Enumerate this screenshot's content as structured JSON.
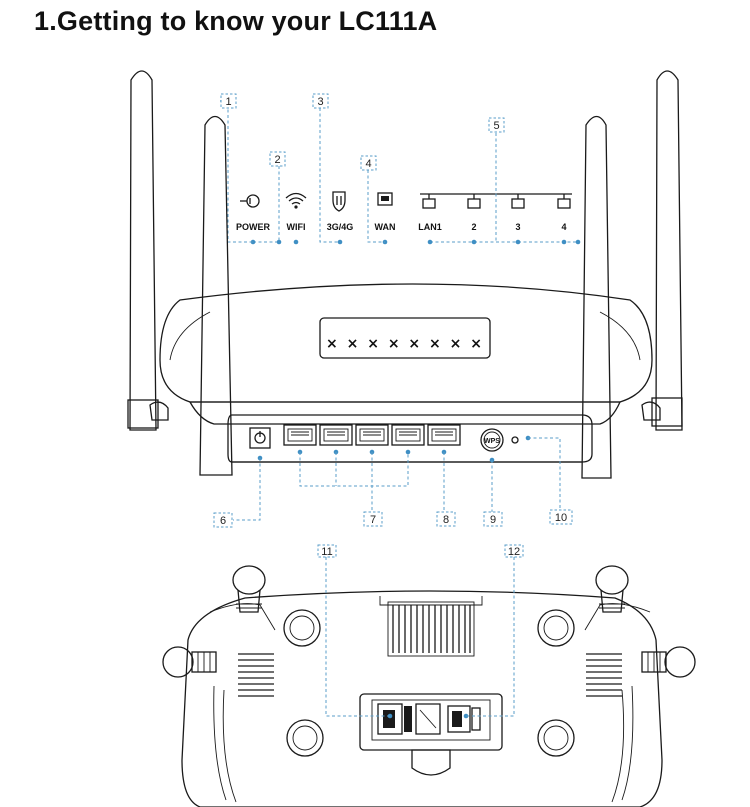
{
  "title": "1.Getting to know your LC111A",
  "indicators": {
    "power": "POWER",
    "wifi": "WIFI",
    "cellular": "3G/4G",
    "wan": "WAN",
    "lan1": "LAN1",
    "lan2": "2",
    "lan3": "3",
    "lan4": "4"
  },
  "front_panel_marks": "× × × × × × × ×",
  "wps_label": "WPS",
  "callouts": {
    "c1": "1",
    "c2": "2",
    "c3": "3",
    "c4": "4",
    "c5": "5",
    "c6": "6",
    "c7": "7",
    "c8": "8",
    "c9": "9",
    "c10": "10",
    "c11": "11",
    "c12": "12"
  },
  "colors": {
    "callout": "#5a9ec9",
    "dot": "#3f8fc4",
    "outline": "#1a1a1a"
  }
}
